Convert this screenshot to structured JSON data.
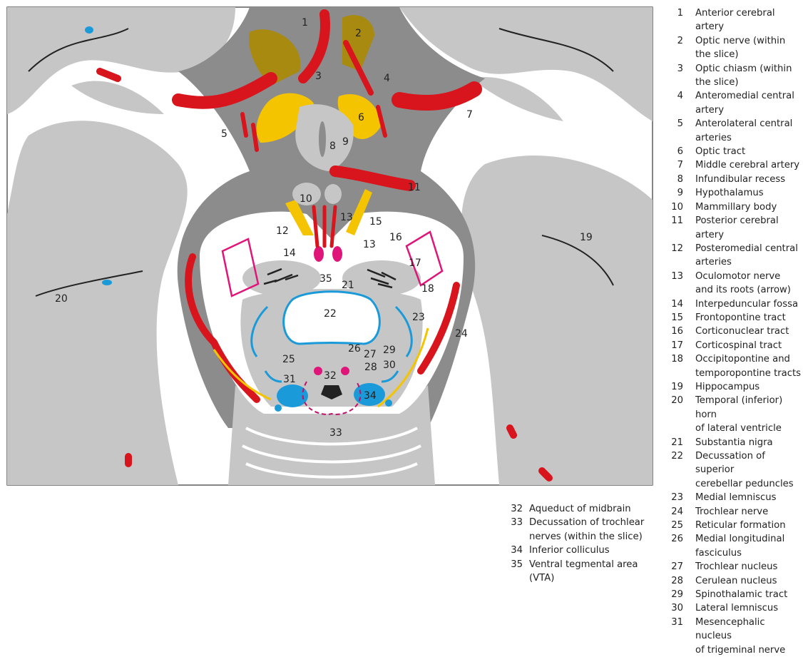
{
  "figure_labels": [
    "1",
    "2",
    "3",
    "4",
    "5",
    "6",
    "7",
    "8",
    "9",
    "10",
    "11",
    "12",
    "13",
    "13",
    "14",
    "15",
    "16",
    "17",
    "18",
    "19",
    "20",
    "21",
    "22",
    "23",
    "24",
    "25",
    "26",
    "27",
    "28",
    "29",
    "30",
    "31",
    "32",
    "33",
    "34",
    "35"
  ],
  "colors": {
    "artery": "#d8141c",
    "optic": "#f5c400",
    "optic_nerve": "#a88a10",
    "lemniscus": "#1a9ad8",
    "nucleus": "#e0157a",
    "gray_matter": "#c6c6c6",
    "cistern": "#8c8c8c"
  },
  "legend_right": [
    {
      "num": "1",
      "text": "Anterior cerebral artery"
    },
    {
      "num": "2",
      "text": "Optic nerve (within\nthe slice)"
    },
    {
      "num": "3",
      "text": "Optic chiasm (within\nthe slice)"
    },
    {
      "num": "4",
      "text": "Anteromedial central\nartery"
    },
    {
      "num": "5",
      "text": "Anterolateral central\narteries"
    },
    {
      "num": "6",
      "text": "Optic tract"
    },
    {
      "num": "7",
      "text": "Middle cerebral artery"
    },
    {
      "num": "8",
      "text": "Infundibular recess"
    },
    {
      "num": "9",
      "text": "Hypothalamus"
    },
    {
      "num": "10",
      "text": "Mammillary body"
    },
    {
      "num": "11",
      "text": "Posterior cerebral artery"
    },
    {
      "num": "12",
      "text": "Posteromedial central\narteries"
    },
    {
      "num": "13",
      "text": "Oculomotor nerve\nand its roots (arrow)"
    },
    {
      "num": "14",
      "text": "Interpeduncular fossa"
    },
    {
      "num": "15",
      "text": "Frontopontine tract"
    },
    {
      "num": "16",
      "text": "Corticonuclear tract"
    },
    {
      "num": "17",
      "text": "Corticospinal tract"
    },
    {
      "num": "18",
      "text": "Occipitopontine and\ntemporopontine tracts"
    },
    {
      "num": "19",
      "text": "Hippocampus"
    },
    {
      "num": "20",
      "text": "Temporal (inferior) horn\nof lateral ventricle"
    },
    {
      "num": "21",
      "text": "Substantia nigra"
    },
    {
      "num": "22",
      "text": "Decussation of superior\ncerebellar peduncles"
    },
    {
      "num": "23",
      "text": "Medial lemniscus"
    },
    {
      "num": "24",
      "text": "Trochlear nerve"
    },
    {
      "num": "25",
      "text": "Reticular formation"
    },
    {
      "num": "26",
      "text": "Medial longitudinal\nfasciculus"
    },
    {
      "num": "27",
      "text": "Trochlear nucleus"
    },
    {
      "num": "28",
      "text": "Cerulean nucleus"
    },
    {
      "num": "29",
      "text": "Spinothalamic tract"
    },
    {
      "num": "30",
      "text": "Lateral lemniscus"
    },
    {
      "num": "31",
      "text": "Mesencephalic nucleus\nof trigeminal nerve"
    }
  ],
  "legend_bottom": [
    {
      "num": "32",
      "text": "Aqueduct of midbrain"
    },
    {
      "num": "33",
      "text": "Decussation of trochlear\nnerves (within the slice)"
    },
    {
      "num": "34",
      "text": "Inferior colliculus"
    },
    {
      "num": "35",
      "text": "Ventral tegmental area\n(VTA)"
    }
  ]
}
